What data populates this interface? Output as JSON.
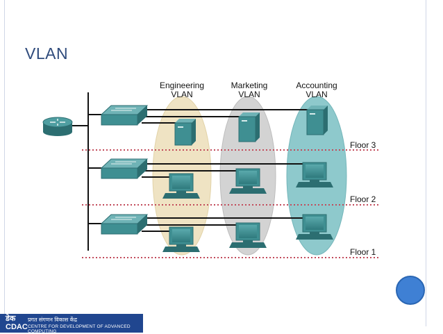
{
  "slide": {
    "title": "VLAN"
  },
  "diagram": {
    "vlans": [
      {
        "line1": "Engineering",
        "line2": "VLAN",
        "color": "#efe3c3"
      },
      {
        "line1": "Marketing",
        "line2": "VLAN",
        "color": "#d3d3d3"
      },
      {
        "line1": "Accounting",
        "line2": "VLAN",
        "color": "#8ec9cc"
      }
    ],
    "floors": [
      "Floor 3",
      "Floor 2",
      "Floor 1"
    ],
    "colors": {
      "device": "#3f8f92",
      "device_dark": "#2c6e71",
      "floor_line": "#c24a5a",
      "cable": "#111111"
    }
  },
  "logo": {
    "mark_top": "डेक",
    "mark_bottom": "CDAC",
    "line1": "प्रगत संगणन विकास केंद्र",
    "line2": "CENTRE FOR DEVELOPMENT OF ADVANCED COMPUTING"
  }
}
